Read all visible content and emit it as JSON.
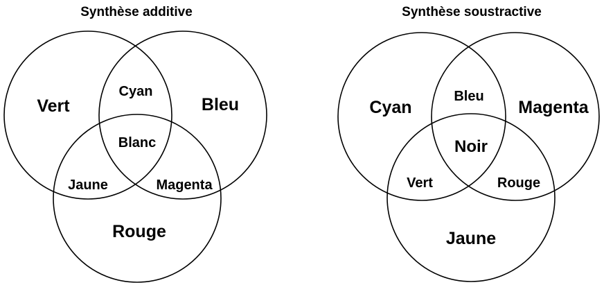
{
  "additive": {
    "title": "Synthèse additive",
    "circles": [
      "Vert",
      "Bleu",
      "Rouge"
    ],
    "overlaps": {
      "vert_bleu": "Cyan",
      "vert_rouge": "Jaune",
      "bleu_rouge": "Magenta",
      "all": "Blanc"
    }
  },
  "subtractive": {
    "title": "Synthèse soustractive",
    "circles": [
      "Cyan",
      "Magenta",
      "Jaune"
    ],
    "overlaps": {
      "cyan_magenta": "Bleu",
      "cyan_jaune": "Vert",
      "magenta_jaune": "Rouge",
      "all": "Noir"
    }
  },
  "colors": {
    "stroke": "#000000",
    "text": "#000000",
    "background": "#ffffff"
  }
}
